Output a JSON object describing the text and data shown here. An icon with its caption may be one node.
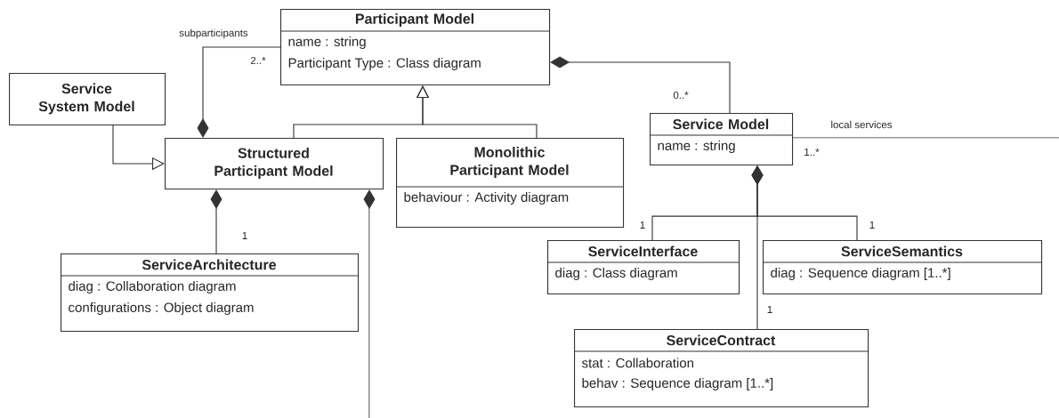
{
  "diagram": {
    "nodes": [
      {
        "text": [
          "Participant Model",
          "name : string",
          "Participant Type : Class diagram"
        ]
      },
      {
        "text": [
          "Service System Model"
        ]
      },
      {
        "text": [
          "Structured Participant Model"
        ]
      },
      {
        "text": [
          "Monolithic Participant Model",
          "behaviour : Activity diagram"
        ]
      },
      {
        "text": [
          "Service Model",
          "name : string"
        ]
      },
      {
        "text": [
          "ServiceArchitecture",
          "diag : Collaboration diagram",
          "configurations : Object diagram"
        ]
      },
      {
        "text": [
          "ServiceInterface",
          "diag : Class diagram"
        ]
      },
      {
        "text": [
          "ServiceSemantics",
          "diag : Sequence diagram [1..*]"
        ]
      },
      {
        "text": [
          "ServiceContract",
          "stat : Collaboration",
          "behav : Sequence diagram [1..*]"
        ]
      }
    ],
    "edges": [
      {
        "from": 2,
        "to": 0,
        "arrow": "other",
        "label": "subparticipants"
      },
      {
        "from": 2,
        "to": 0,
        "arrow": "to"
      },
      {
        "from": 3,
        "to": 0,
        "arrow": "to"
      },
      {
        "from": 1,
        "to": 2,
        "arrow": "to"
      },
      {
        "from": 0,
        "to": 4,
        "arrow": "other",
        "label": "0..*"
      },
      {
        "from": 2,
        "to": 5,
        "arrow": "other",
        "label": "1"
      },
      {
        "from": 2,
        "to": null,
        "arrow": "other"
      },
      {
        "from": 4,
        "to": null,
        "arrow": "none",
        "label": "local services"
      },
      {
        "from": 4,
        "to": 6,
        "arrow": "other",
        "label": "1"
      },
      {
        "from": 4,
        "to": 7,
        "arrow": "other",
        "label": "1"
      },
      {
        "from": 4,
        "to": 8,
        "arrow": "other",
        "label": "1"
      }
    ],
    "labels": [
      "2..*",
      "1..*"
    ]
  }
}
